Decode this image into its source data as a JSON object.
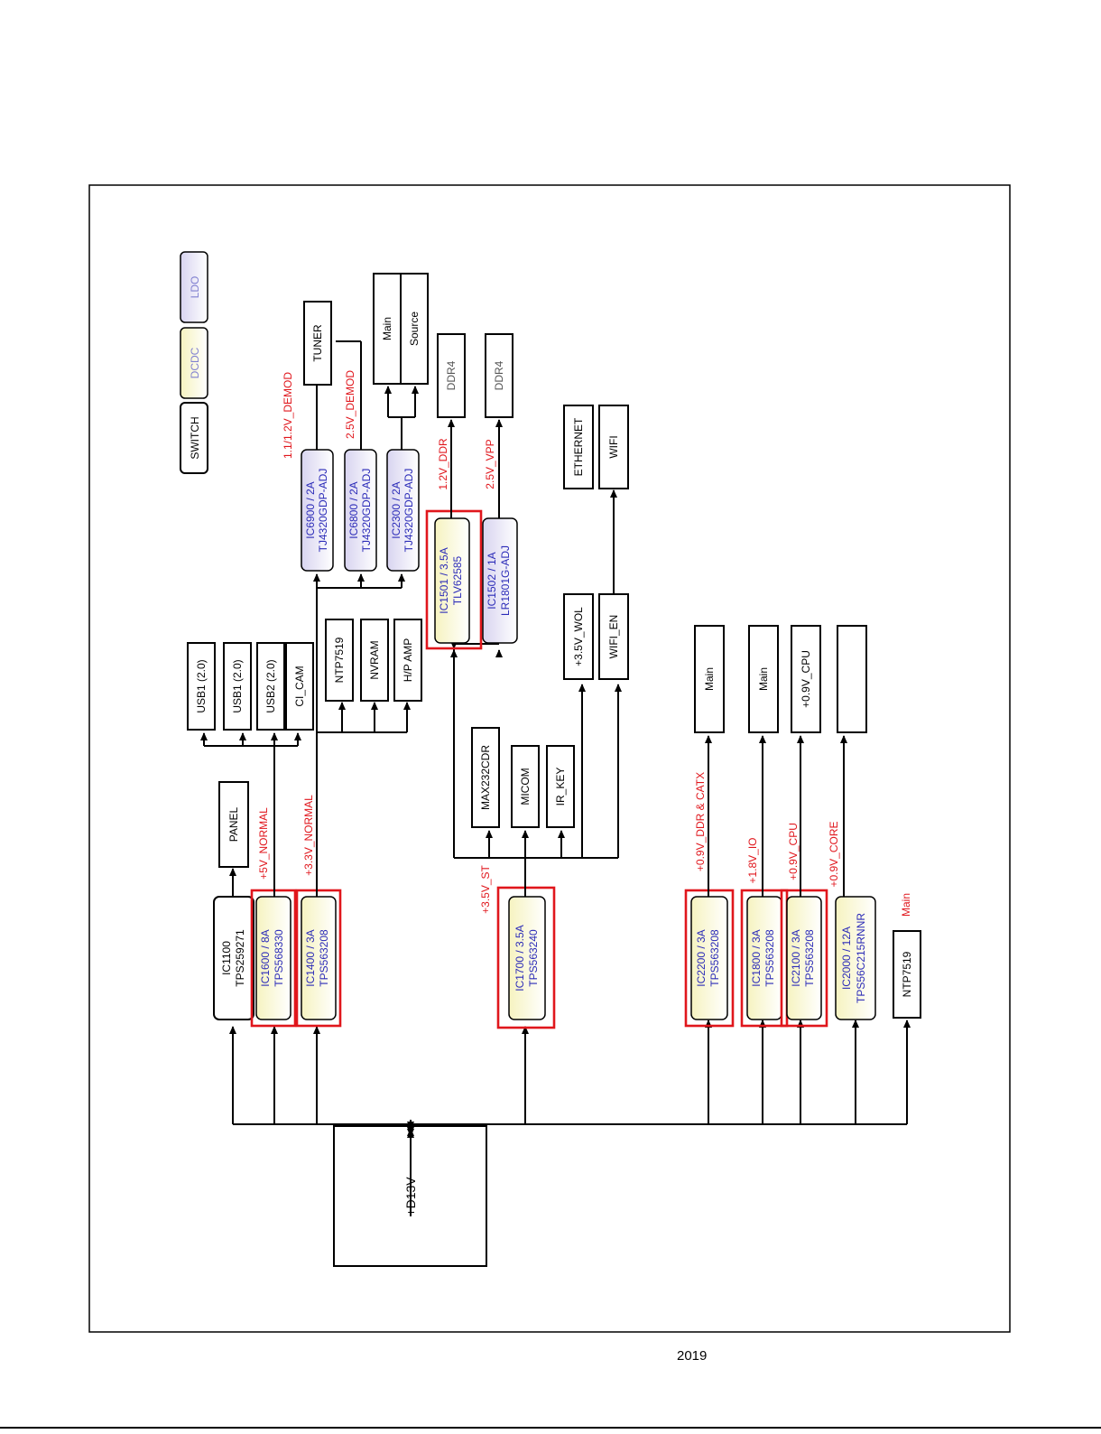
{
  "legend": {
    "switch": "SWITCH",
    "dcdc": "DCDC",
    "ldo": "LDO"
  },
  "source": "+D13V",
  "colors": {
    "wire": "#000000",
    "highlight": "#e0161c",
    "regulator_text": "#2b2bb8",
    "rail_text": "#e0161c"
  },
  "regulators": {
    "ic1100": {
      "line1": "IC1100",
      "line2": "TPS259271"
    },
    "ic1600": {
      "line1": "IC1600 / 8A",
      "line2": "TPS568330"
    },
    "ic1400": {
      "line1": "IC1400 / 3A",
      "line2": "TPS563208"
    },
    "ic1700": {
      "line1": "IC1700 / 3.5A",
      "line2": "TPS563240"
    },
    "ic2200": {
      "line1": "IC2200 / 3A",
      "line2": "TPS563208"
    },
    "ic1800": {
      "line1": "IC1800 / 3A",
      "line2": "TPS563208"
    },
    "ic2100": {
      "line1": "IC2100 / 3A",
      "line2": "TPS563208"
    },
    "ic2000": {
      "line1": "IC2000 / 12A",
      "line2": "TPS56C215RNNR"
    },
    "ntp7519": {
      "line1": "NTP7519"
    },
    "ic6900": {
      "line1": "IC6900 / 2A",
      "line2": "TJ4320GDP-ADJ"
    },
    "ic6800": {
      "line1": "IC6800 / 2A",
      "line2": "TJ4320GDP-ADJ"
    },
    "ic2300": {
      "line1": "IC2300 / 2A",
      "line2": "TJ4320GDP-ADJ"
    },
    "ic1501": {
      "line1": "IC1501 / 3.5A",
      "line2": "TLV62585"
    },
    "ic1502": {
      "line1": "IC1502 / 1A",
      "line2": "LR1801G-ADJ"
    }
  },
  "rails": {
    "plus5v_normal": "+5V_NORMAL",
    "plus3v3_normal": "+3.3V_NORMAL",
    "plus3v5_st": "+3.5V_ST",
    "v09_ddr_catx": "+0.9V_DDR & CATX",
    "v18_io": "+1.8V_IO",
    "v09_cpu": "+0.9V_CPU",
    "v09_core": "+0.9V_CORE",
    "main_note": "Main",
    "demod_11": "1.1/1.2V_DEMOD",
    "demod_25": "2.5V_DEMOD",
    "ddr_12": "1.2V_DDR",
    "vpp_25": "2.5V_VPP"
  },
  "loads": {
    "panel": "PANEL",
    "usb1a": "USB1 (2.0)",
    "usb1b": "USB1 (2.0)",
    "usb2": "USB2 (2.0)",
    "ci_cam": "CI_CAM",
    "ntp7519": "NTP7519",
    "nvram": "NVRAM",
    "hp_amp": "H/P AMP",
    "max232": "MAX232CDR",
    "micom": "MICOM",
    "ir_key": "IR_KEY",
    "plus3v5_wol": "+3.5V_WOL",
    "wifi_en": "WIFI_EN",
    "ethernet": "ETHERNET",
    "wifi": "WIFI",
    "tuner": "TUNER",
    "main_top": "Main",
    "source_top": "Source",
    "ddr4_a": "DDR4",
    "ddr4_b": "DDR4",
    "main_a": "Main",
    "main_b": "Main",
    "cpu_load": "+0.9V_CPU",
    "empty_load": ""
  },
  "footer": {
    "year": "2019"
  }
}
